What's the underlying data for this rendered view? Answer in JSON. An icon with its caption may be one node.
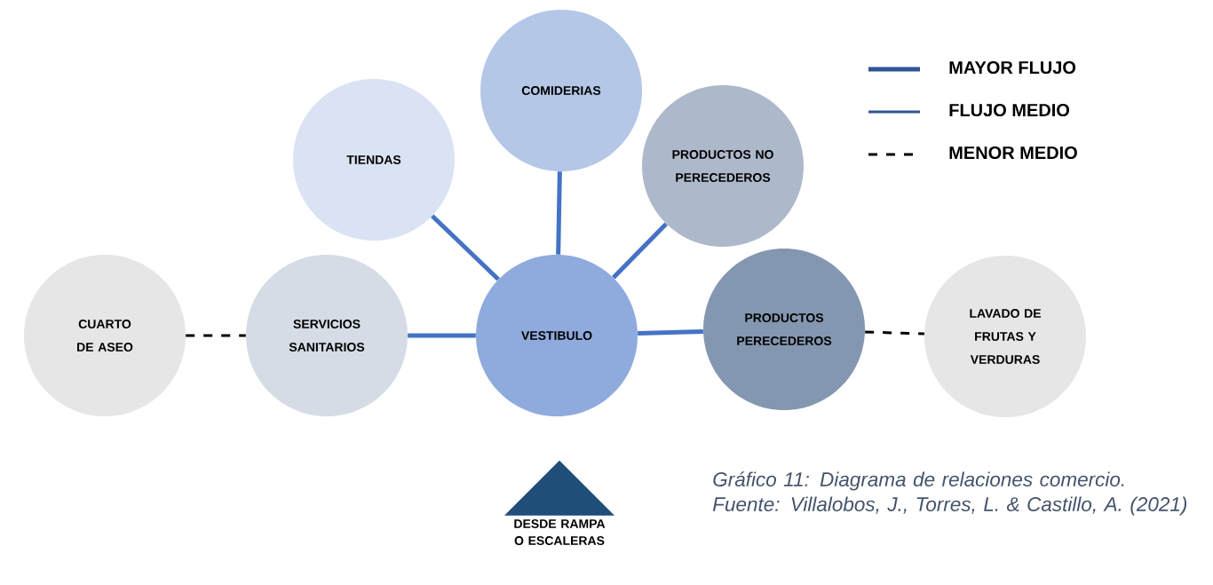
{
  "diagram": {
    "caption": "Gráfico 11: Diagrama de relaciones comercio. Fuente: Villalobos, J., Torres, L. & Castillo, A. (2021)",
    "nodes": [
      {
        "text": [
          "COMIDERIAS"
        ]
      },
      {
        "text": [
          "TIENDAS"
        ]
      },
      {
        "text": [
          "PRODUCTOS NO PERECEDEROS"
        ]
      },
      {
        "text": [
          "CUARTO DE ASEO"
        ]
      },
      {
        "text": [
          "SERVICIOS SANITARIOS"
        ]
      },
      {
        "text": [
          "VESTIBULO"
        ]
      },
      {
        "text": [
          "PRODUCTOS PERECEDEROS"
        ]
      },
      {
        "text": [
          "LAVADO DE FRUTAS Y VERDURAS"
        ]
      },
      {
        "text": [
          "DESDE RAMPA O ESCALERAS"
        ]
      }
    ],
    "edges": [
      {
        "from": 5,
        "to": 1,
        "arrow": "none"
      },
      {
        "from": 5,
        "to": 0,
        "arrow": "none"
      },
      {
        "from": 5,
        "to": 2,
        "arrow": "none"
      },
      {
        "from": 5,
        "to": 6,
        "arrow": "none"
      },
      {
        "from": 4,
        "to": 5,
        "arrow": "none"
      },
      {
        "from": 3,
        "to": 4,
        "arrow": "none",
        "style": "dashed",
        "color": "#000000"
      },
      {
        "from": 6,
        "to": 7,
        "arrow": "none",
        "style": "dashed",
        "color": "#000000"
      }
    ],
    "legend": [
      {
        "text": "MAYOR FLUJO"
      },
      {
        "text": "FLUJO MEDIO"
      },
      {
        "text": "MENOR MEDIO"
      }
    ]
  }
}
